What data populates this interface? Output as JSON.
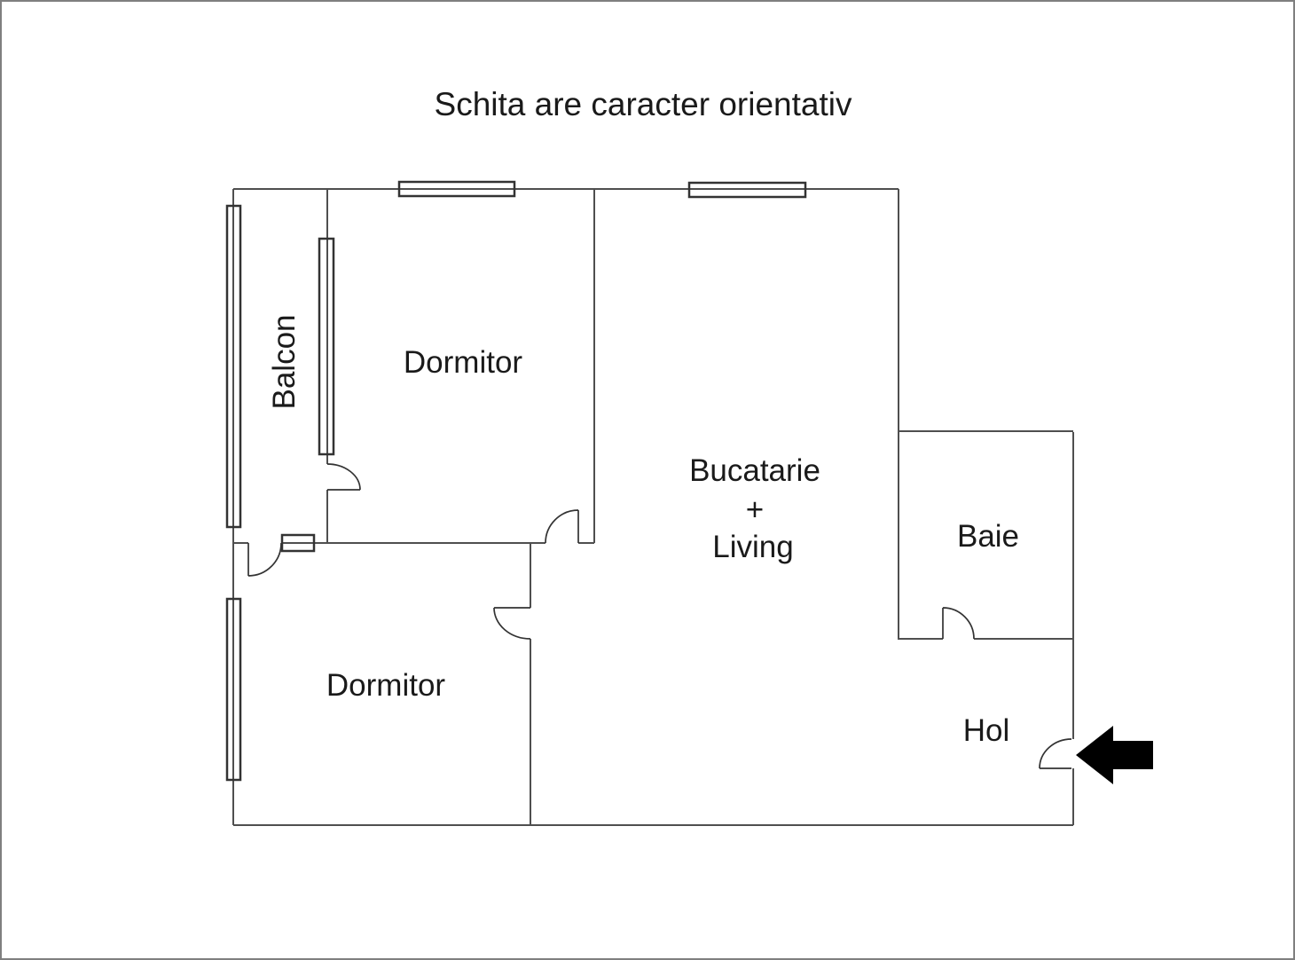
{
  "title": "Schita are caracter orientativ",
  "rooms": {
    "balcon": {
      "label": "Balcon"
    },
    "dormitor_top": {
      "label": "Dormitor"
    },
    "dormitor_bottom": {
      "label": "Dormitor"
    },
    "bucatarie_living": {
      "lines": [
        "Bucatarie",
        "+",
        "Living"
      ]
    },
    "baie": {
      "label": "Baie"
    },
    "hol": {
      "label": "Hol"
    }
  },
  "entrance": {
    "icon": "left-arrow",
    "meaning": "apartment entrance into Hol"
  },
  "colors": {
    "wall": "#4f4f4f",
    "window_border": "#333333",
    "door": "#333333",
    "text": "#1a1a1a",
    "arrow": "#000000",
    "canvas_border": "#7f7f7f",
    "background": "#ffffff"
  }
}
